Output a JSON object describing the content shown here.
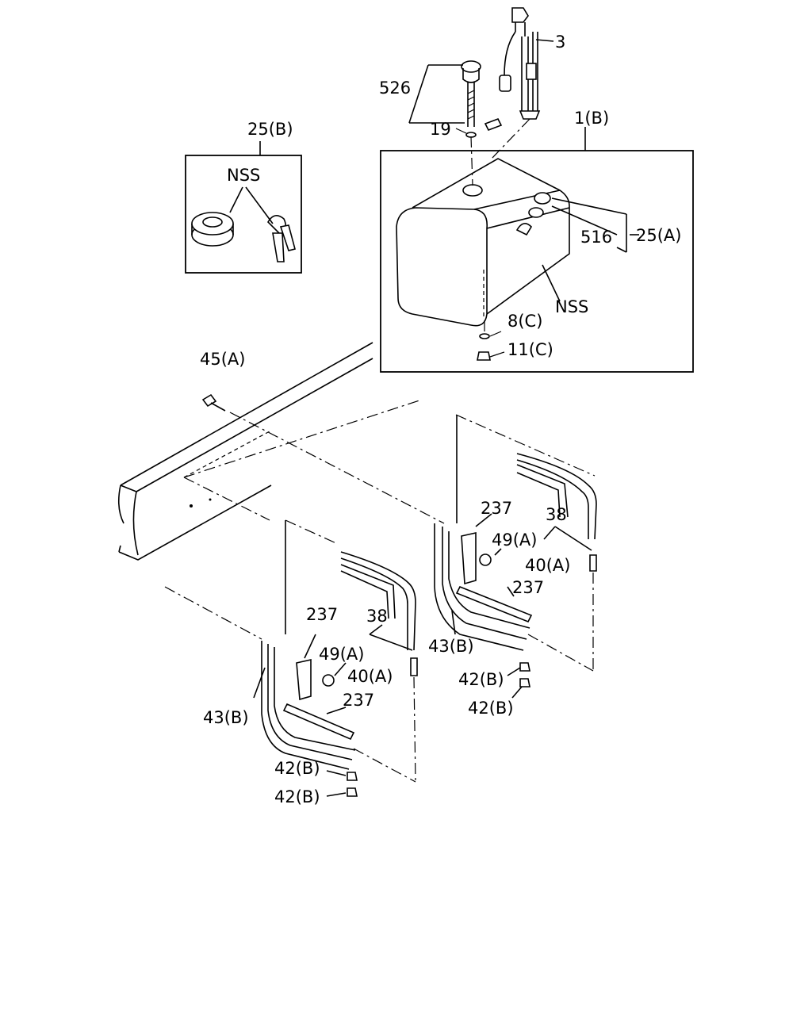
{
  "labels": {
    "p3": "3",
    "p526": "526",
    "p19": "19",
    "p1b": "1(B)",
    "p25b": "25(B)",
    "nss_inset": "NSS",
    "p516": "516",
    "p25a": "25(A)",
    "nss_tank": "NSS",
    "p8c": "8(C)",
    "p11c": "11(C)",
    "p45a": "45(A)",
    "r237_top": "237",
    "r38": "38",
    "r49a": "49(A)",
    "r40a": "40(A)",
    "r237_bot": "237",
    "r43b": "43(B)",
    "r42b_1": "42(B)",
    "r42b_2": "42(B)",
    "l237_top": "237",
    "l38": "38",
    "l49a": "49(A)",
    "l40a": "40(A)",
    "l43b": "43(B)",
    "l237_bot": "237",
    "l42b_1": "42(B)",
    "l42b_2": "42(B)"
  }
}
